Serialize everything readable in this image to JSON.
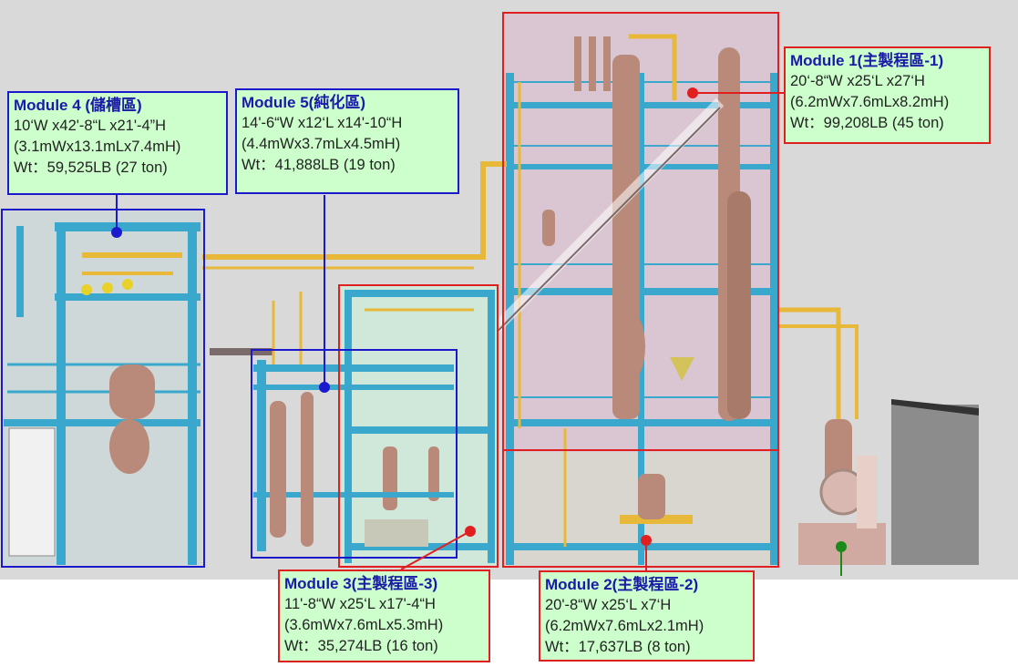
{
  "modules": [
    {
      "id": "m1",
      "title": "Module 1(主製程區-1)",
      "dims": "20‘-8“W x25‘L x27‘H",
      "metric": "(6.2mWx7.6mLx8.2mH)",
      "weight": "Wt：99,208LB (45 ton)",
      "color": "#e02020"
    },
    {
      "id": "m2",
      "title": "Module 2(主製程區-2)",
      "dims": "20'-8“W x25‘L x7‘H",
      "metric": "(6.2mWx7.6mLx2.1mH)",
      "weight": "Wt：17,637LB (8 ton)",
      "color": "#e02020"
    },
    {
      "id": "m3",
      "title": "Module 3(主製程區-3)",
      "dims": "11'-8“W x25‘L x17'-4“H",
      "metric": "(3.6mWx7.6mLx5.3mH)",
      "weight": "Wt：35,274LB (16 ton)",
      "color": "#e02020"
    },
    {
      "id": "m4",
      "title": "Module 4 (儲槽區)",
      "dims": "10‘W x42'-8“L x21'-4”H",
      "metric": "(3.1mWx13.1mLx7.4mH)",
      "weight": "Wt：59,525LB (27 ton)",
      "color": "#1a1acc"
    },
    {
      "id": "m5",
      "title": "Module 5(純化區)",
      "dims": "14'-6“W x12‘L x14'-10“H",
      "metric": "(4.4mWx3.7mLx4.5mH)",
      "weight": "Wt：41,888LB (19 ton)",
      "color": "#1a1acc"
    }
  ],
  "colors": {
    "steel": "#3aa7cc",
    "pipe": "#e8b838",
    "vessel": "#b98a7a",
    "floor": "#d8d8d8",
    "background": "#ffffff"
  }
}
